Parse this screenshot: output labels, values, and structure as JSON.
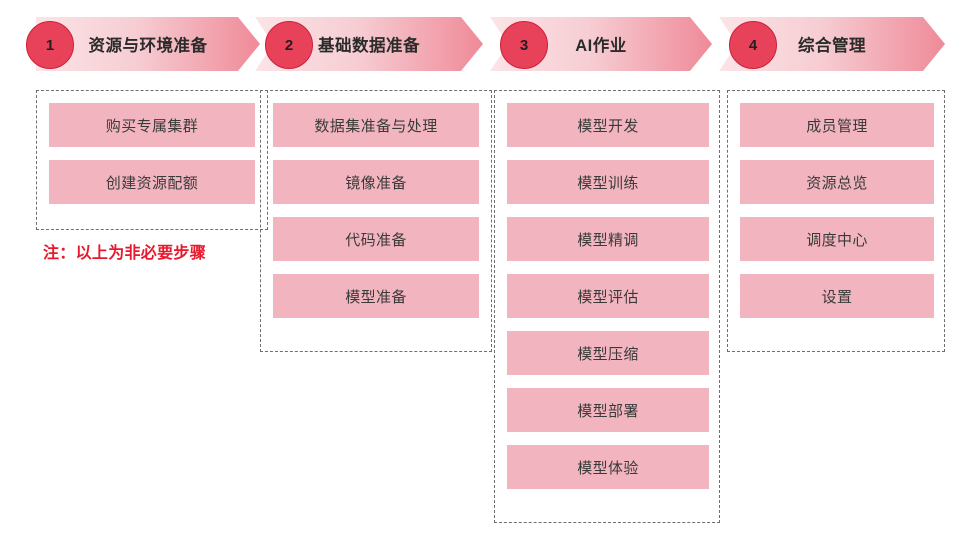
{
  "diagram": {
    "title_note": "注：以上为非必要步骤",
    "steps": [
      {
        "number": "1",
        "label": "资源与环境准备",
        "items": [
          "购买专属集群",
          "创建资源配额"
        ],
        "note": "注：以上为非必要步骤"
      },
      {
        "number": "2",
        "label": "基础数据准备",
        "items": [
          "数据集准备与处理",
          "镜像准备",
          "代码准备",
          "模型准备"
        ],
        "note": ""
      },
      {
        "number": "3",
        "label": "AI作业",
        "items": [
          "模型开发",
          "模型训练",
          "模型精调",
          "模型评估",
          "模型压缩",
          "模型部署",
          "模型体验"
        ],
        "note": ""
      },
      {
        "number": "4",
        "label": "综合管理",
        "items": [
          "成员管理",
          "资源总览",
          "调度中心",
          "设置"
        ],
        "note": ""
      }
    ],
    "colors": {
      "circle_fill": "#e8415a",
      "circle_border": "#cf1f38",
      "chevron_gradient_start": "#fbe4e7",
      "chevron_gradient_end": "#ef8a98",
      "item_fill": "#f2b5bf",
      "dash_border": "#6f6f6f",
      "note_color": "#e8192c",
      "label_color": "#2b2b2b"
    }
  }
}
